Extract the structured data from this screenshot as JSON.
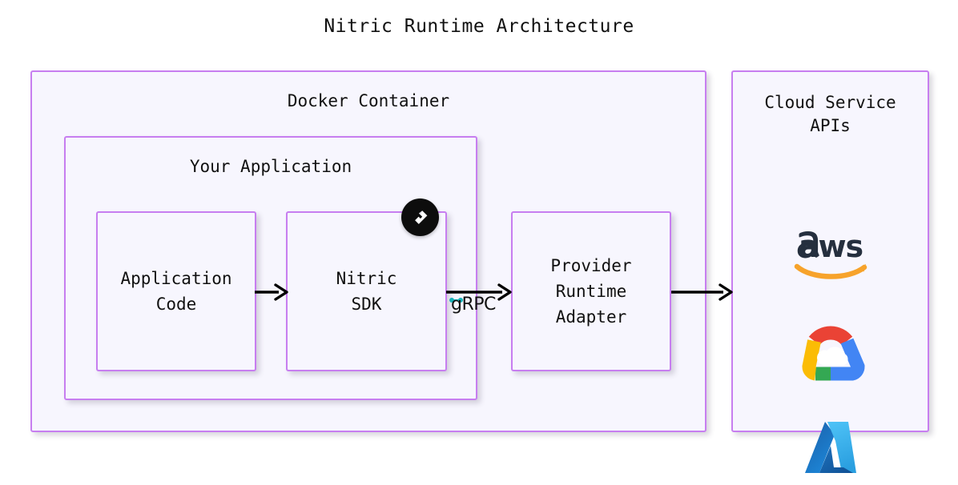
{
  "title": "Nitric Runtime Architecture",
  "theme": {
    "box_border": "#c77ef0",
    "box_fill": "#f7f6fe",
    "page_bg": "#ffffff",
    "text": "#111111",
    "arrow": "#000000",
    "grpc_marker": "#17b3b8",
    "nitric_badge_bg": "#0d0d0d",
    "aws_text": "#252f3e",
    "aws_swoosh": "#f7a32b",
    "gcp_red": "#ea4335",
    "gcp_blue": "#4285f4",
    "gcp_yellow": "#fbbc05",
    "gcp_green": "#34a853",
    "azure_dark": "#0f5ea8",
    "azure_light": "#44c7f4"
  },
  "containers": {
    "docker": {
      "label": "Docker Container"
    },
    "your_application": {
      "label": "Your Application"
    },
    "cloud_service_apis": {
      "label": "Cloud Service\nAPIs"
    }
  },
  "boxes": {
    "application_code": {
      "label": "Application\nCode"
    },
    "nitric_sdk": {
      "label": "Nitric\nSDK",
      "badge": "nitric-logo"
    },
    "provider_runtime_adapter": {
      "label": "Provider\nRuntime\nAdapter"
    }
  },
  "connectors": [
    {
      "id": "code-to-sdk",
      "label": "",
      "from": "application_code",
      "to": "nitric_sdk"
    },
    {
      "id": "sdk-to-adapter",
      "label": "gRPC",
      "from": "nitric_sdk",
      "to": "provider_runtime_adapter"
    },
    {
      "id": "adapter-to-cloud",
      "label": "",
      "from": "provider_runtime_adapter",
      "to": "cloud_service_apis"
    }
  ],
  "cloud_logos": [
    {
      "id": "aws",
      "name": "aws-logo",
      "wordmark": "aws"
    },
    {
      "id": "gcp",
      "name": "google-cloud-logo",
      "wordmark": ""
    },
    {
      "id": "azure",
      "name": "azure-logo",
      "wordmark": ""
    }
  ]
}
